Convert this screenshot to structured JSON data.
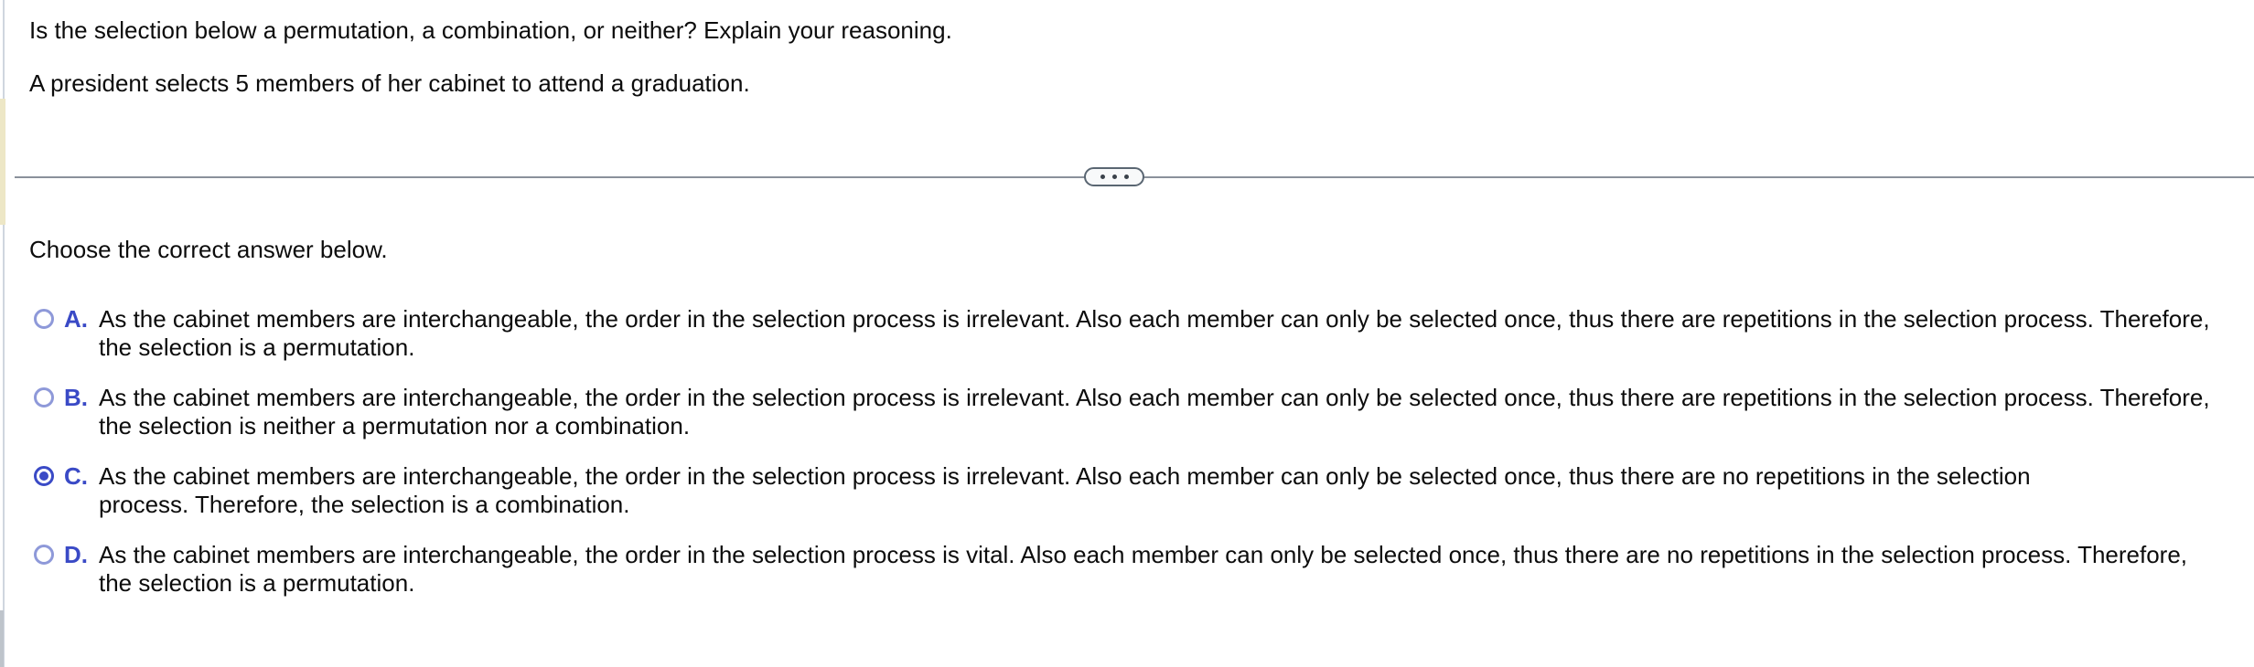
{
  "question": {
    "prompt": "Is the selection below a permutation, a combination, or neither? Explain your reasoning.",
    "scenario": "A president selects 5 members of her cabinet to attend a graduation."
  },
  "divider": {
    "expander_icon": "ellipsis-icon"
  },
  "instruction": "Choose the correct answer below.",
  "options": [
    {
      "letter": "A.",
      "selected": false,
      "lines": [
        "As the cabinet members are interchangeable, the order in the selection process is irrelevant. Also each member can only be selected once, thus there are repetitions in the selection process. Therefore,",
        "the selection is a permutation."
      ]
    },
    {
      "letter": "B.",
      "selected": false,
      "lines": [
        "As the cabinet members are interchangeable, the order in the selection process is irrelevant. Also each member can only be selected once, thus there are repetitions in the selection process. Therefore,",
        "the selection is neither a permutation nor a combination."
      ]
    },
    {
      "letter": "C.",
      "selected": true,
      "lines": [
        "As the cabinet members are interchangeable, the order in the selection process is irrelevant. Also each member can only be selected once, thus there are no repetitions in the selection",
        "process. Therefore, the selection is a combination."
      ]
    },
    {
      "letter": "D.",
      "selected": false,
      "lines": [
        "As the cabinet members are interchangeable, the order in the selection process is vital. Also each member can only be selected once, thus there are no repetitions in the selection process. Therefore,",
        "the selection is a permutation."
      ]
    }
  ],
  "colors": {
    "accent_blue": "#3a4ac6",
    "radio_unselected_ring": "#8e99d9",
    "divider_gray": "#8a919b",
    "pill_border": "#5a6672"
  }
}
